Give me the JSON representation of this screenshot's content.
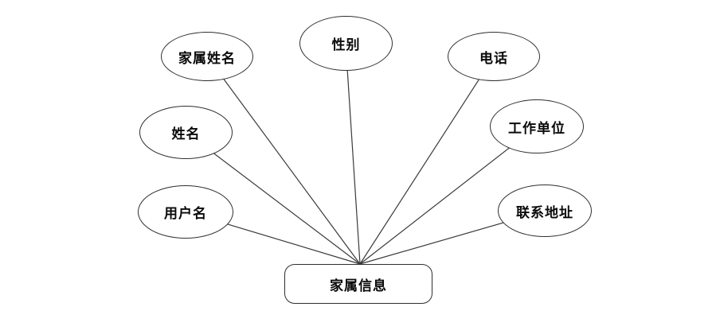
{
  "diagram": {
    "entity": {
      "label": "家属信息"
    },
    "attributes": [
      {
        "name": "family-member-name",
        "label": "家属姓名"
      },
      {
        "name": "gender",
        "label": "性别"
      },
      {
        "name": "phone",
        "label": "电话"
      },
      {
        "name": "name",
        "label": "姓名"
      },
      {
        "name": "work-unit",
        "label": "工作单位"
      },
      {
        "name": "username",
        "label": "用户名"
      },
      {
        "name": "contact-address",
        "label": "联系地址"
      }
    ],
    "edges": [
      {
        "from": "家属姓名",
        "to": "家属信息"
      },
      {
        "from": "性别",
        "to": "家属信息"
      },
      {
        "from": "电话",
        "to": "家属信息"
      },
      {
        "from": "姓名",
        "to": "家属信息"
      },
      {
        "from": "工作单位",
        "to": "家属信息"
      },
      {
        "from": "用户名",
        "to": "家属信息"
      },
      {
        "from": "联系地址",
        "to": "家属信息"
      }
    ],
    "colors": {
      "background": "#ffffff",
      "node_fill": "#ffffff",
      "stroke": "#2f2f2f",
      "text": "#0a0a0a"
    }
  }
}
